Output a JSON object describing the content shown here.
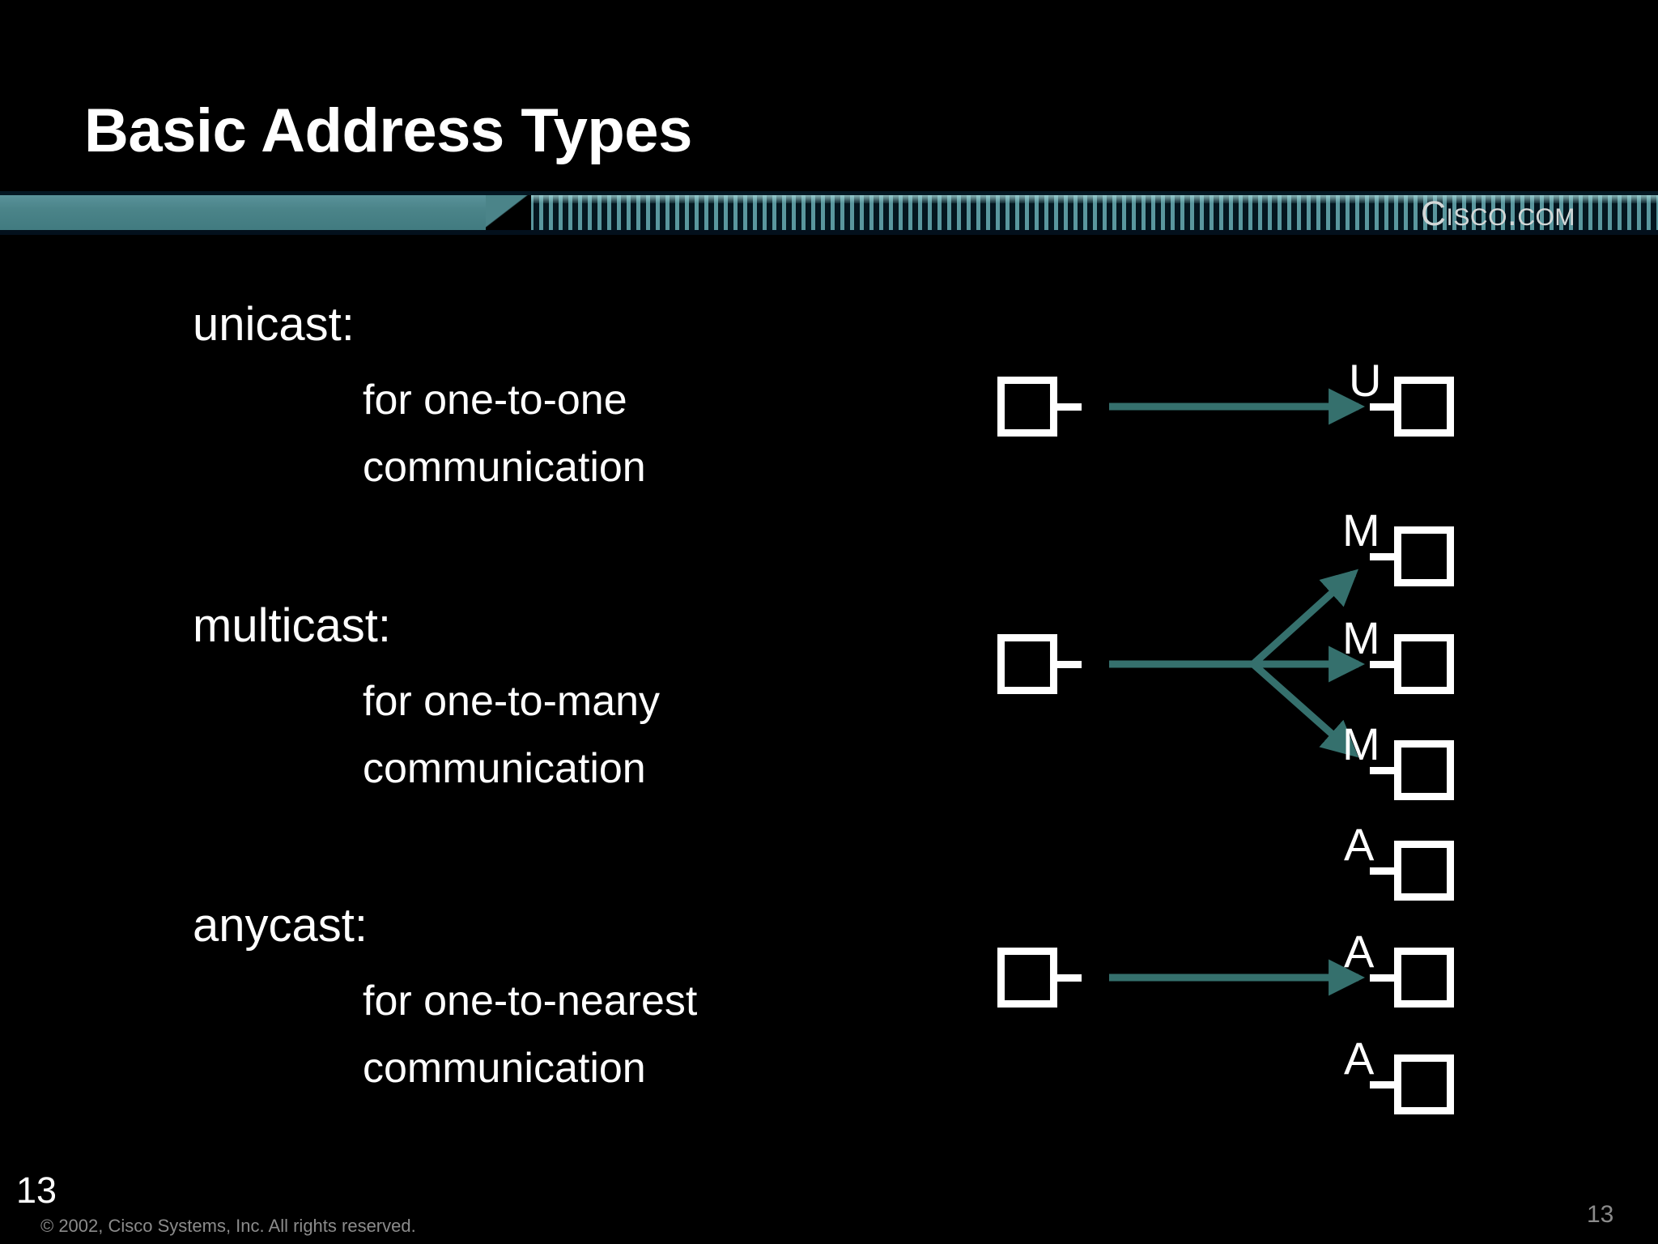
{
  "slide": {
    "title": "Basic Address Types",
    "brand": "Cisco.com",
    "background_color": "#000000",
    "accent_color": "#4b8489",
    "arrow_color": "#35706d"
  },
  "content": {
    "blocks": [
      {
        "heading": "unicast:",
        "line1": "for one-to-one",
        "line2": "communication"
      },
      {
        "heading": "multicast:",
        "line1": "for one-to-many",
        "line2": "communication"
      },
      {
        "heading": "anycast:",
        "line1": "for one-to-nearest",
        "line2": "communication"
      }
    ]
  },
  "diagram": {
    "unicast": {
      "source_label": "",
      "destination_labels": [
        "U"
      ]
    },
    "multicast": {
      "source_label": "",
      "destination_labels": [
        "M",
        "M",
        "M"
      ]
    },
    "anycast": {
      "source_label": "",
      "destination_labels": [
        "A",
        "A",
        "A"
      ]
    }
  },
  "footer": {
    "page_number": "13",
    "copyright": "© 2002, Cisco Systems, Inc. All rights reserved.",
    "page_number_right": "13"
  }
}
